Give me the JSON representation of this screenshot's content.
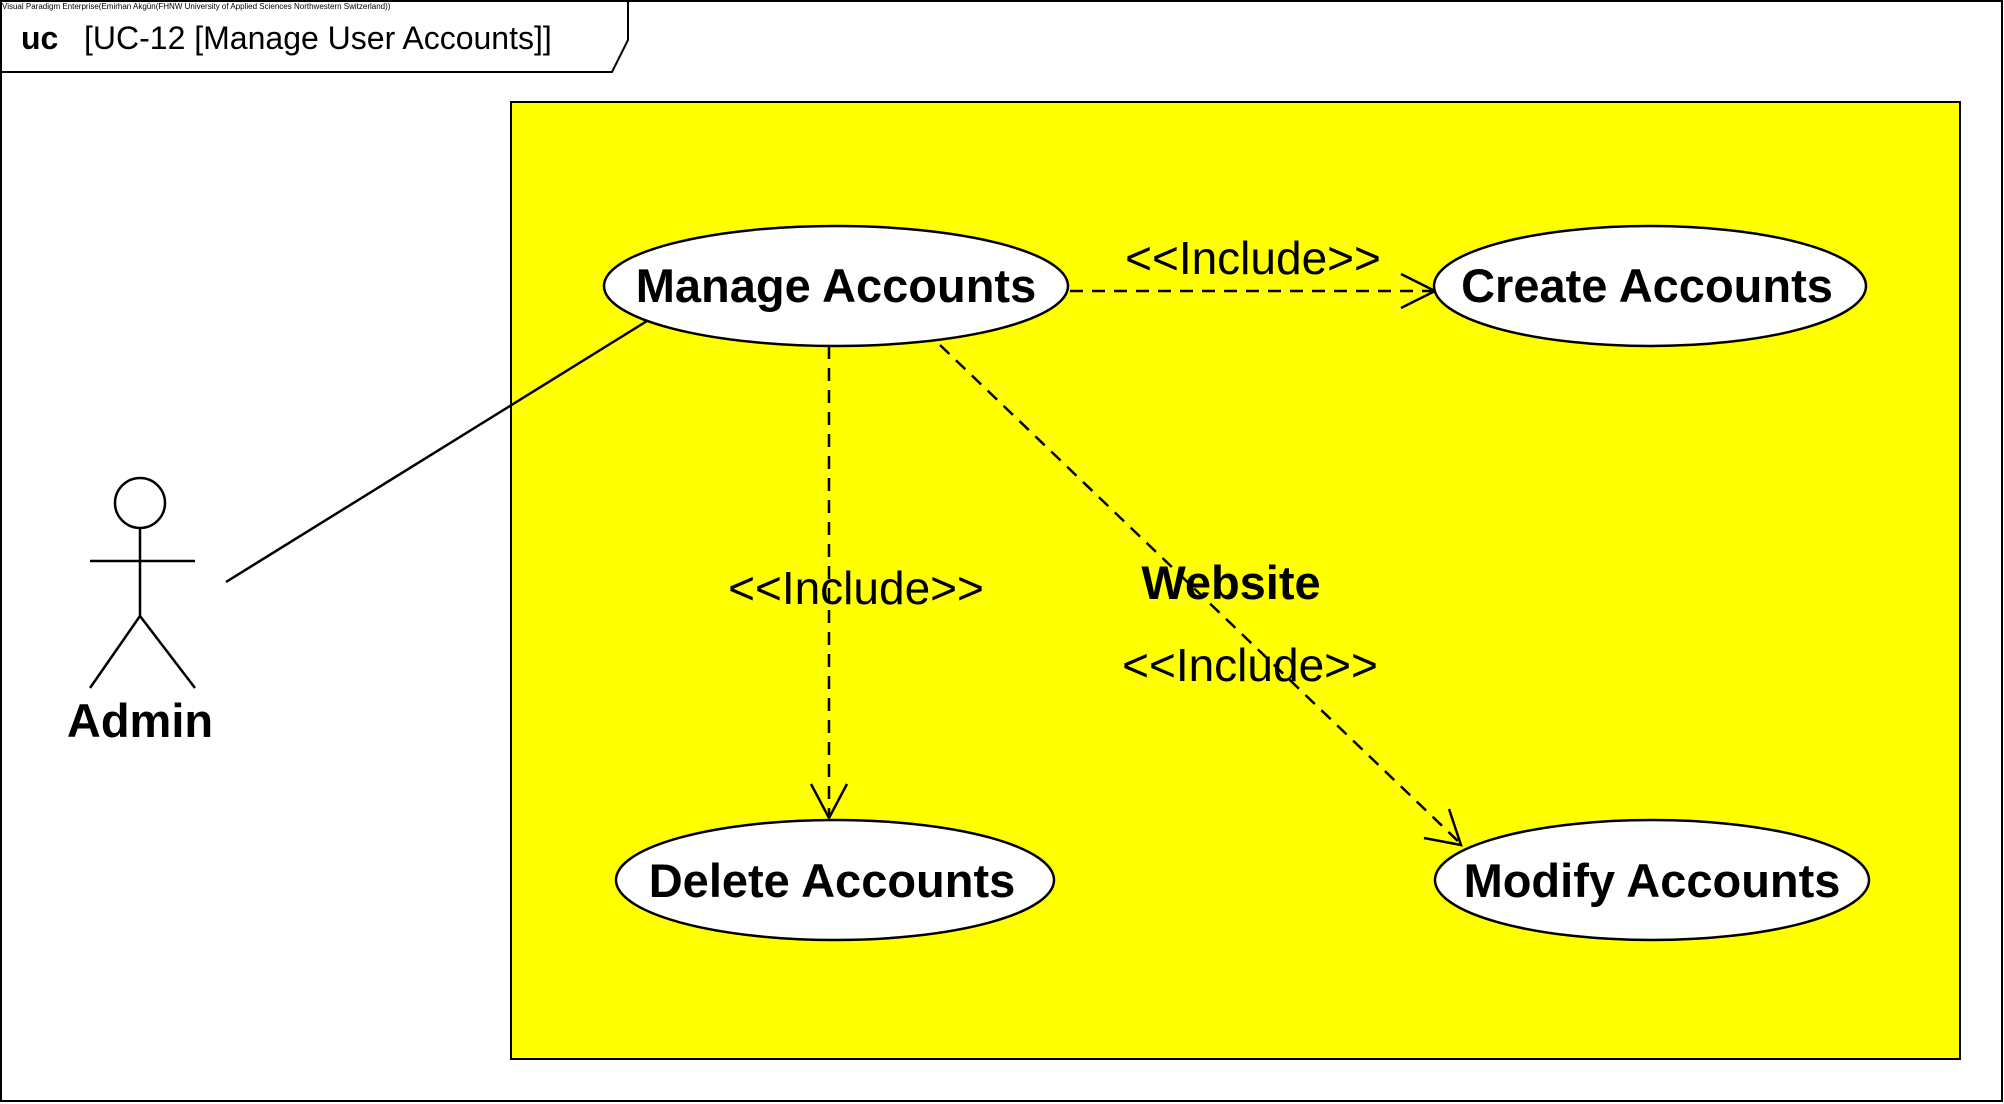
{
  "watermark": "Visual Paradigm Enterprise(Emirhan Akgün(FHNW University of Applied Sciences Northwestern Switzerland))",
  "frame": {
    "kind": "uc",
    "title": "[UC-12 [Manage User Accounts]]"
  },
  "system_boundary": {
    "name": "Website",
    "fill_color": "#ffff00"
  },
  "actor": {
    "name": "Admin"
  },
  "use_cases": {
    "manage": "Manage Accounts",
    "create": "Create Accounts",
    "delete": "Delete Accounts",
    "modify": "Modify Accounts"
  },
  "relationships": [
    {
      "from": "Manage Accounts",
      "to": "Create Accounts",
      "stereotype": "<<Include>>"
    },
    {
      "from": "Manage Accounts",
      "to": "Delete Accounts",
      "stereotype": "<<Include>>"
    },
    {
      "from": "Manage Accounts",
      "to": "Modify Accounts",
      "stereotype": "<<Include>>"
    }
  ],
  "association": {
    "from": "Admin",
    "to": "Manage Accounts"
  }
}
